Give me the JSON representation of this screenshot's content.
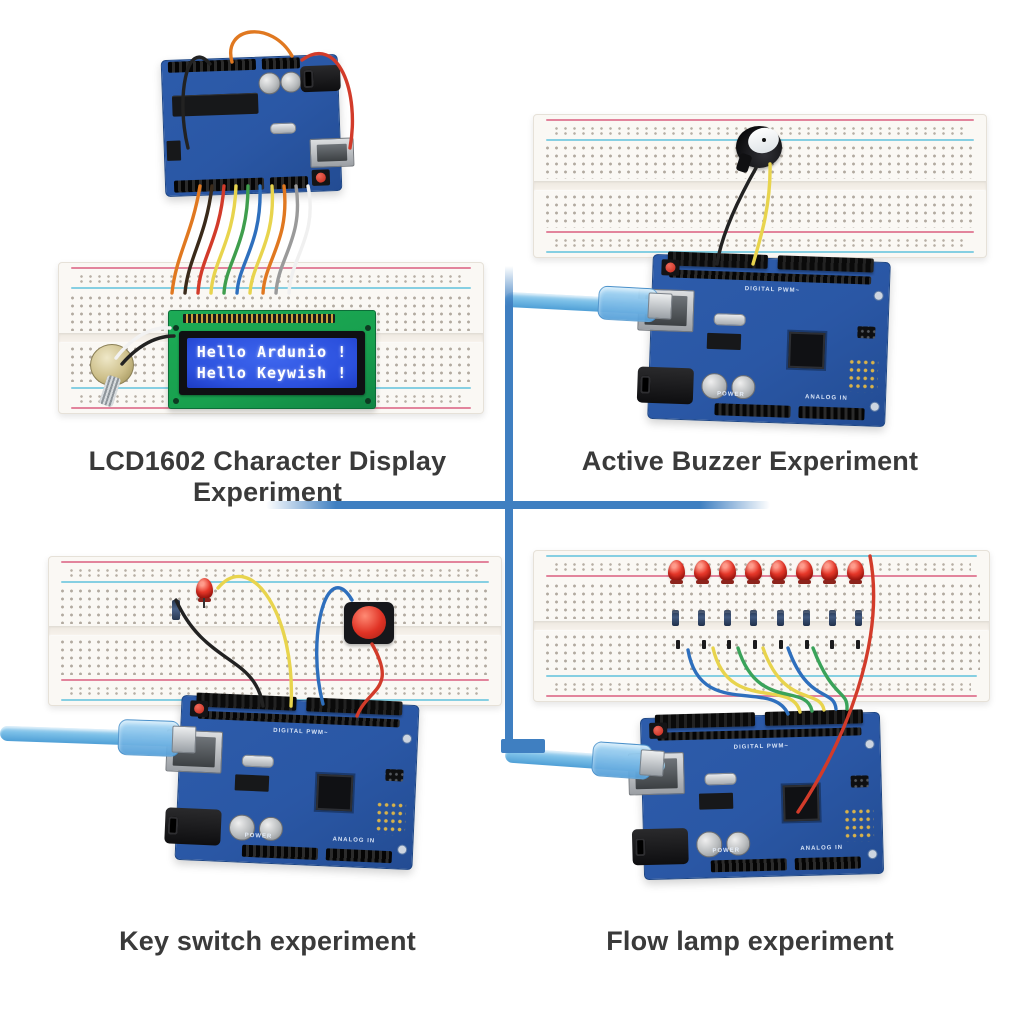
{
  "captions": {
    "lcd": "LCD1602 Character Display Experiment",
    "buzzer": "Active Buzzer Experiment",
    "key": "Key switch experiment",
    "flow": "Flow lamp experiment"
  },
  "lcd_module": {
    "line1": "Hello Ardunio !",
    "line2": "Hello Keywish !"
  },
  "arduino_silkscreen": {
    "digital": "DIGITAL PWM~",
    "power": "POWER",
    "analog": "ANALOG IN"
  },
  "colors": {
    "divider_blue": "#3f7fc1",
    "pcb_blue": "#2a57a5",
    "lcd_green": "#18a04e",
    "lcd_screen_blue": "#2b50dd",
    "rail_red": "#e2849c",
    "rail_blue": "#86cfe2",
    "usb_cable_blue": "#7cc0e8",
    "caption_text": "#3a3a3a",
    "led_red": "#e8382a"
  },
  "wires": {
    "lcd_bundle": [
      "#e07820",
      "#3a2a1a",
      "#d23b2a",
      "#e8d44d",
      "#3f9e4d",
      "#2e6fbd",
      "#e8d44d",
      "#e07820",
      "#9a9a9a",
      "#f0f0f0"
    ],
    "lcd_extra": [
      "#f2f2f2",
      "#222222",
      "#e07820",
      "#d23b2a",
      "#222222"
    ],
    "buzzer": [
      "#222222",
      "#e8d44d"
    ],
    "key": [
      "#222222",
      "#e8d44d",
      "#2e6fbd",
      "#d23b2a"
    ],
    "flow": [
      "#2e6fbd",
      "#e8d44d",
      "#3aa35a",
      "#e8d44d",
      "#2e6fbd",
      "#3aa35a"
    ],
    "flow_red": "#d23b2a"
  },
  "flow_lamp": {
    "led_count": 8,
    "resistor_count": 8,
    "pin_count": 8
  }
}
